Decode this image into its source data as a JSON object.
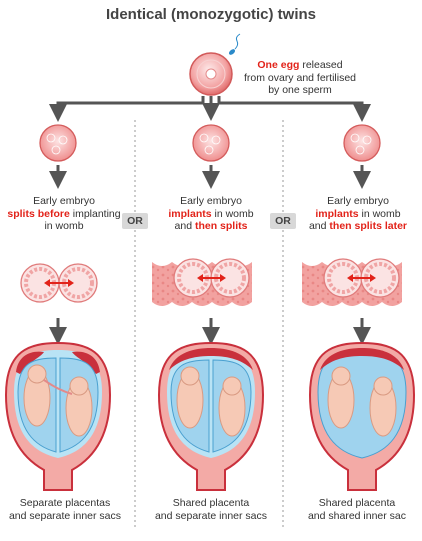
{
  "title": "Identical (monozygotic) twins",
  "top": {
    "highlight": "One egg",
    "text_a": " released",
    "text_b": "from ovary and fertilised",
    "text_c": "by one sperm"
  },
  "or_label": "OR",
  "columns": [
    {
      "line1": "Early embryo",
      "line2_highlight": "splits before",
      "line2_rest": " implanting",
      "line3_pre": "in womb",
      "line3_highlight": "",
      "caption_1": "Separate placentas",
      "caption_2": "and separate inner sacs"
    },
    {
      "line1": "Early embryo",
      "line2_highlight": "implants",
      "line2_rest": " in womb",
      "line3_pre": "and ",
      "line3_highlight": "then splits",
      "caption_1": "Shared placenta",
      "caption_2": "and separate inner sacs"
    },
    {
      "line1": "Early embryo",
      "line2_highlight": "implants",
      "line2_rest": " in womb",
      "line3_pre": "and ",
      "line3_highlight": "then splits later",
      "caption_1": "Shared placenta",
      "caption_2": "and shared inner sac"
    }
  ],
  "colors": {
    "accent_red": "#e2231a",
    "arrow": "#555555",
    "embryo_pink": "#f08a8a",
    "womb_red": "#c9303c",
    "sac_blue": "#9fd3ee",
    "skin": "#f6c9b5"
  }
}
